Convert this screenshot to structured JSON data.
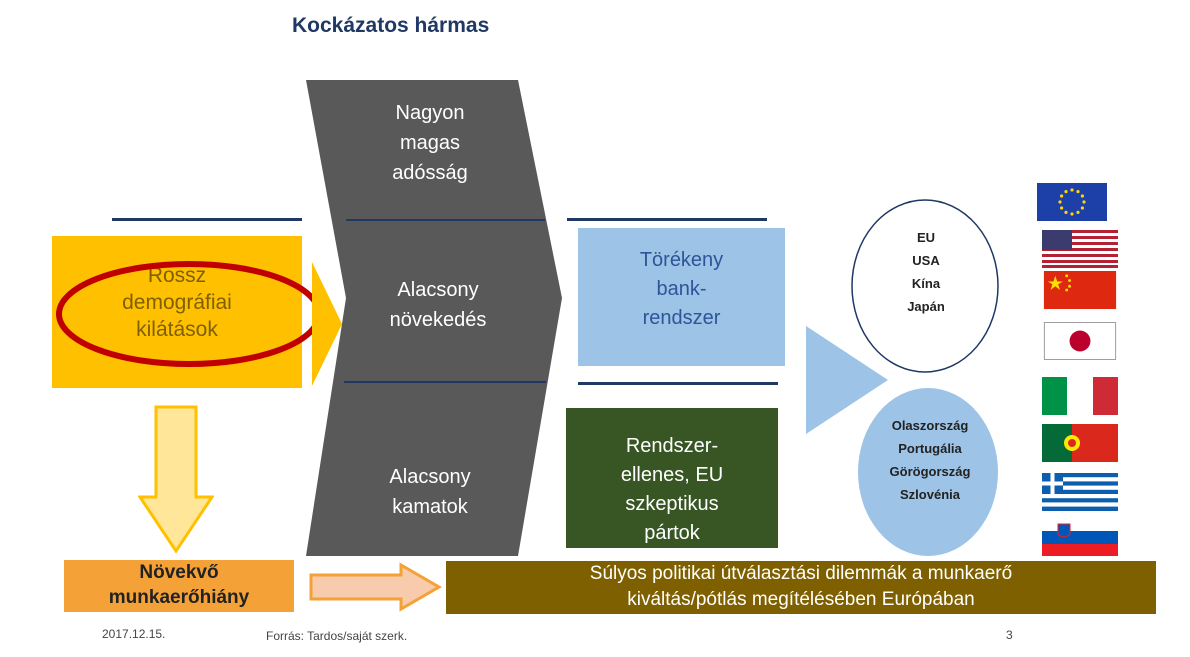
{
  "title": "Kockázatos hármas",
  "left_box": {
    "lines": [
      "Rossz",
      "demográfiai",
      "kilátások"
    ]
  },
  "chevron": {
    "top": [
      "Nagyon",
      "magas",
      "adósság"
    ],
    "middle": [
      "Alacsony",
      "növekedés"
    ],
    "bottom": [
      "Alacsony",
      "kamatok"
    ]
  },
  "bank_box": {
    "lines": [
      "Törékeny",
      "bank-",
      "rendszer"
    ]
  },
  "party_box": {
    "lines": [
      "Rendszer-",
      "ellenes, EU",
      "szkeptikus",
      "pártok"
    ]
  },
  "upper_circle": {
    "items": [
      "EU",
      "USA",
      "Kína",
      "Japán"
    ]
  },
  "lower_circle": {
    "items": [
      "Olaszország",
      "Portugália",
      "Görögország",
      "Szlovénia"
    ]
  },
  "labor_box": {
    "lines": [
      "Növekvő",
      "munkaerőhiány"
    ]
  },
  "dilemma_box": {
    "lines": [
      "Súlyos politikai útválasztási dilemmák a munkaerő",
      "kiváltás/pótlás megítélésében Európában"
    ]
  },
  "footer": {
    "date": "2017.12.15.",
    "source": "Forrás: Tardos/saját szerk.",
    "page": "3"
  },
  "flags": [
    "eu-flag",
    "usa-flag",
    "china-flag",
    "japan-flag",
    "italy-flag",
    "portugal-flag",
    "greece-flag",
    "slovenia-flag"
  ],
  "colors": {
    "title": "#1f3864",
    "yellow_box": "#ffc000",
    "chevron": "#595959",
    "bank_box": "#9dc3e6",
    "party_box": "#375623",
    "upper_circle_fill": "#ffffff",
    "lower_circle_fill": "#9dc3e6",
    "labor_box": "#f4a238",
    "dilemma_box": "#7f6000",
    "highlight_ring": "#c00000"
  }
}
